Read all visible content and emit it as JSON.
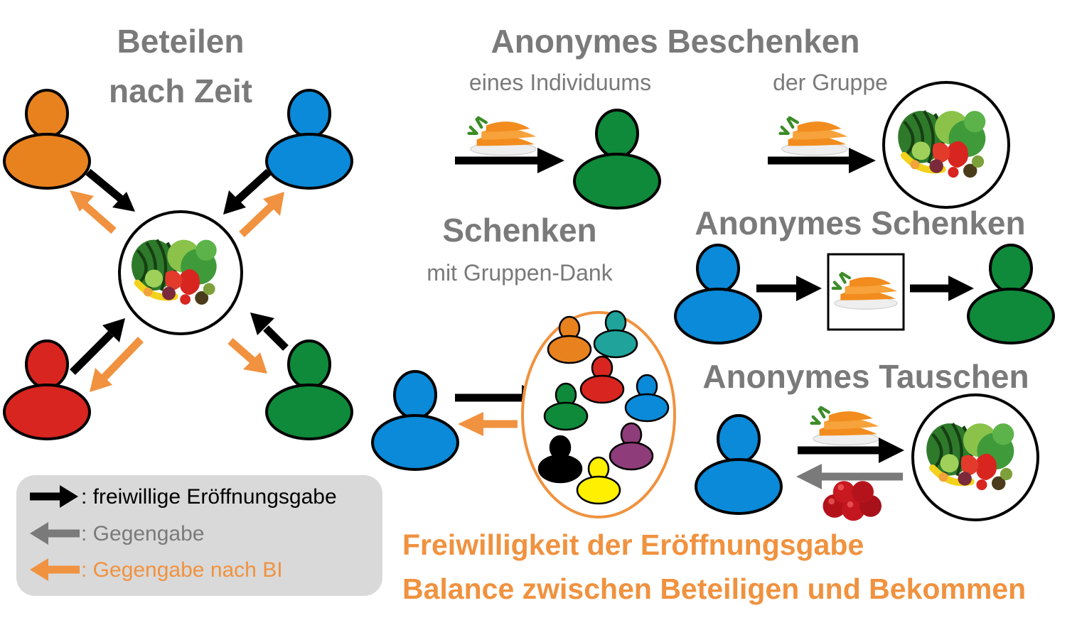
{
  "titles": {
    "share_line1": "Beteilen",
    "share_line2": "nach Zeit",
    "anon_gift": "Anonymes Beschenken",
    "anon_gift_individual": "eines Individuums",
    "anon_gift_group": "der Gruppe",
    "gift": "Schenken",
    "gift_sub": "mit Gruppen-Dank",
    "anon_giving": "Anonymes Schenken",
    "anon_trade": "Anonymes Tauschen"
  },
  "legend": {
    "voluntary": ": freiwillige Eröffnungsgabe",
    "counter": ": Gegengabe",
    "counter_bi": ": Gegengabe nach BI"
  },
  "footer": {
    "line1": "Freiwilligkeit der Eröffnungsgabe",
    "line2": "Balance zwischen Beteiligen und Bekommen"
  },
  "colors": {
    "orange": "#f0923f",
    "gray": "#7a7a7a",
    "black": "#000000",
    "person_orange": "#e8821e",
    "person_blue": "#0a8ad8",
    "person_green": "#0e8a3a",
    "person_red": "#d8251f",
    "person_teal": "#1fa39a",
    "person_purple": "#8e3c7a",
    "person_yellow": "#fff000",
    "person_black": "#000000",
    "legend_bg": "#d9d9d9"
  },
  "icons": [
    "person-icon",
    "vegetable-basket-icon",
    "carrot-plate-icon",
    "apples-icon"
  ]
}
